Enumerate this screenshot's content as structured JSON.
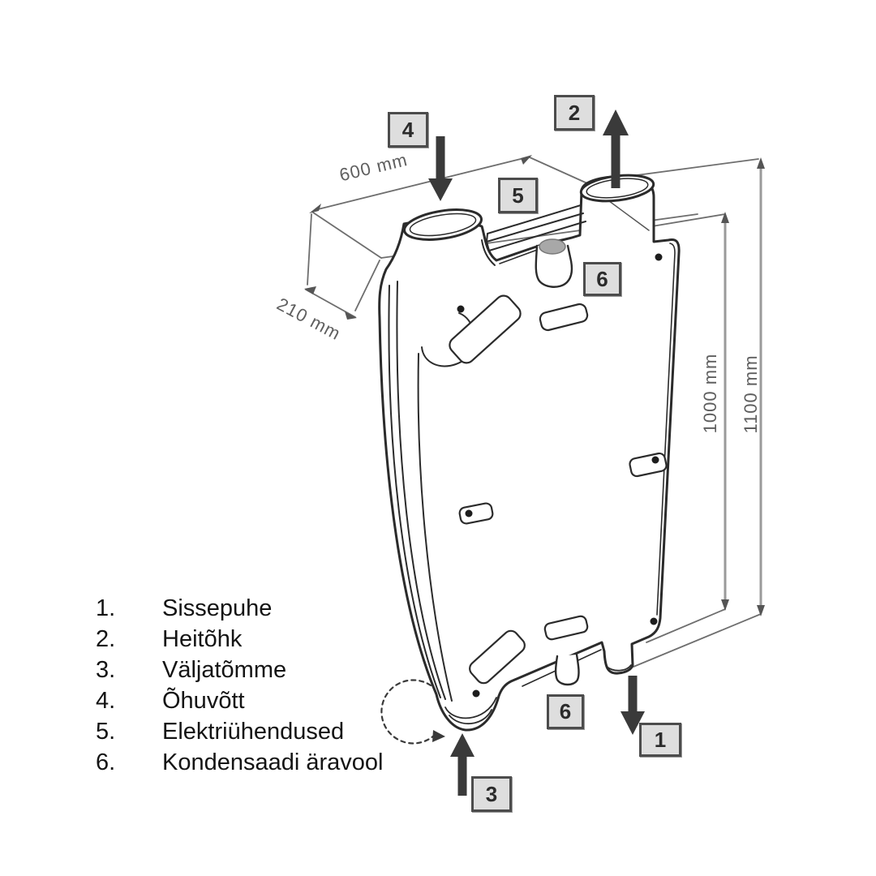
{
  "callouts": {
    "supply": "1",
    "exhaust": "2",
    "extract": "3",
    "intake": "4",
    "electrical": "5",
    "condensate_top": "6",
    "condensate_bottom": "6"
  },
  "dimensions": {
    "width": "600 mm",
    "depth": "210 mm",
    "inner_height": "1000 mm",
    "outer_height": "1100 mm"
  },
  "legend": {
    "items": [
      {
        "num": "1.",
        "label": "Sissepuhe"
      },
      {
        "num": "2.",
        "label": "Heitõhk"
      },
      {
        "num": "3.",
        "label": "Väljatõmme"
      },
      {
        "num": "4.",
        "label": "Õhuvõtt"
      },
      {
        "num": "5.",
        "label": "Elektriühendused"
      },
      {
        "num": "6.",
        "label": "Kondensaadi äravool"
      }
    ]
  },
  "colors": {
    "outline": "#2b2b2b",
    "dimension_line": "#6e6e6e",
    "flow_arrow": "#3a3a3a",
    "callout_bg": "#dedede",
    "callout_border": "#4c4c4c"
  }
}
